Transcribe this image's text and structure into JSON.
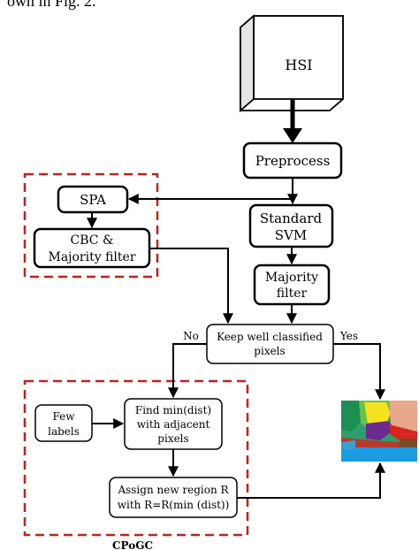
{
  "caption": "own in Fig. 2.",
  "nodes": {
    "hsi": "HSI",
    "preprocess": "Preprocess",
    "spa": "SPA",
    "cbc": [
      "CBC &",
      "Majority filter"
    ],
    "svm": [
      "Standard",
      "SVM"
    ],
    "majority": [
      "Majority",
      "filter"
    ],
    "keep": [
      "Keep well classified",
      "pixels"
    ],
    "few_labels": [
      "Few",
      "labels"
    ],
    "find_min": [
      "Find min(dist)",
      "with adjacent",
      "pixels"
    ],
    "assign": [
      "Assign new region R",
      "with R=R(min (dist))"
    ]
  },
  "labels": {
    "no": "No",
    "yes": "Yes",
    "cpogc": "CPoGC"
  },
  "colors": {
    "dashed_border": "#c0221f"
  }
}
